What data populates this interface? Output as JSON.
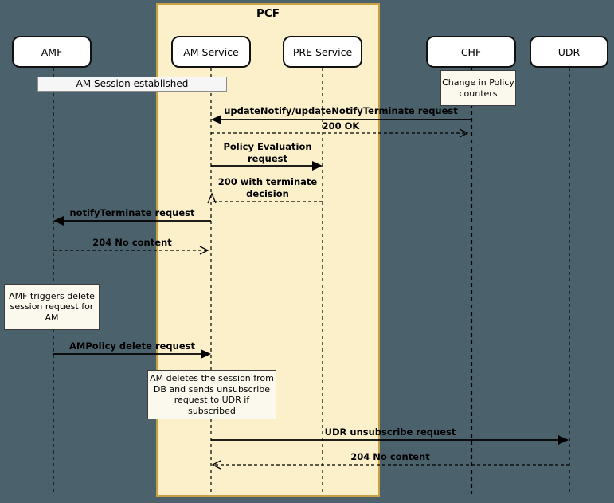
{
  "diagram": {
    "group_label": "PCF",
    "participants": [
      {
        "name": "AMF"
      },
      {
        "name": "AM Service"
      },
      {
        "name": "PRE Service"
      },
      {
        "name": "CHF"
      },
      {
        "name": "UDR"
      }
    ],
    "notes": [
      {
        "text": "AM Session established",
        "over": "AMF"
      },
      {
        "text": "Change in Policy\ncounters",
        "over": "CHF"
      },
      {
        "text": "AMF triggers delete\nsession request for\nAM",
        "over": "AMF"
      },
      {
        "text": "AM deletes the session from\nDB and sends unsubscribe\nrequest to UDR if\nsubscribed",
        "over": "AM Service"
      }
    ],
    "messages": [
      {
        "label": "updateNotify/updateNotifyTerminate request",
        "from": "CHF",
        "to": "AM Service",
        "style": "solid"
      },
      {
        "label": "200 OK",
        "from": "AM Service",
        "to": "CHF",
        "style": "dashed"
      },
      {
        "label": "Policy Evaluation\nrequest",
        "from": "AM Service",
        "to": "PRE Service",
        "style": "solid"
      },
      {
        "label": "200 with terminate\ndecision",
        "from": "PRE Service",
        "to": "AM Service",
        "style": "dashed"
      },
      {
        "label": "notifyTerminate request",
        "from": "AM Service",
        "to": "AMF",
        "style": "solid"
      },
      {
        "label": "204 No content",
        "from": "AMF",
        "to": "AM Service",
        "style": "dashed"
      },
      {
        "label": "AMPolicy delete request",
        "from": "AMF",
        "to": "AM Service",
        "style": "solid"
      },
      {
        "label": "UDR unsubscribe request",
        "from": "AM Service",
        "to": "UDR",
        "style": "solid"
      },
      {
        "label": "204 No content",
        "from": "UDR",
        "to": "AM Service",
        "style": "dashed"
      }
    ],
    "colors": {
      "background": "#4B626C",
      "group_fill": "#FBF0CA",
      "group_border": "#C9A145",
      "participant_fill": "#FFFFFF",
      "note_fill": "#FBF9EE",
      "status_note_fill": "#F6F6F6",
      "line": "#000000"
    }
  }
}
